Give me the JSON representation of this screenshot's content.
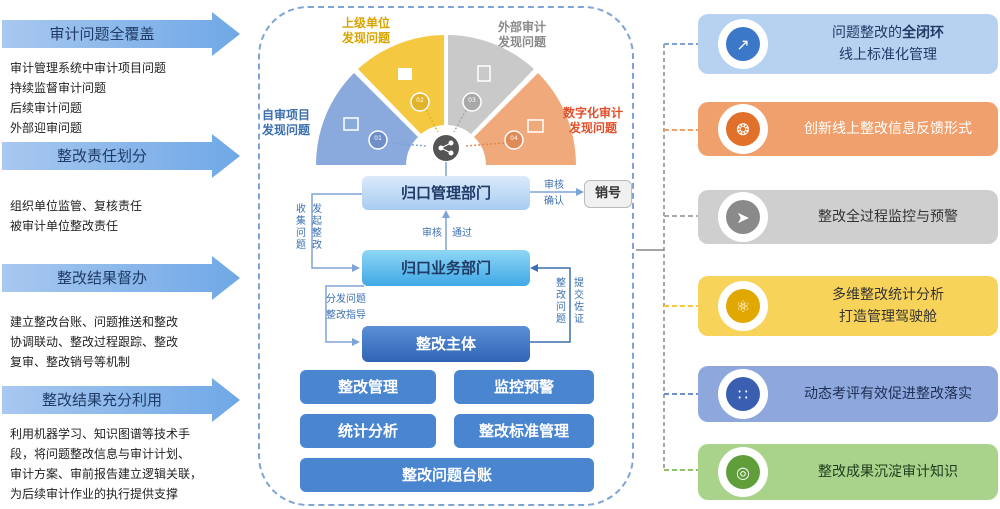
{
  "left": {
    "sections": [
      {
        "title": "审计问题全覆盖",
        "text": "审计管理系统中审计项目问题\n持续监督审计问题\n后续审计问题\n外部迎审问题"
      },
      {
        "title": "整改责任划分",
        "text": "组织单位监管、复核责任\n被审计单位整改责任"
      },
      {
        "title": "整改结果督办",
        "text": "建立整改台账、问题推送和整改\n协调联动、整改过程跟踪、整改\n复审、整改销号等机制"
      },
      {
        "title": "整改结果充分利用",
        "text": "利用机器学习、知识图谱等技术手\n段，将问题整改信息与审计计划、\n审计方案、审前报告建立逻辑关联，\n为后续审计作业的执行提供支撑"
      }
    ]
  },
  "center": {
    "sectors": [
      {
        "label_l1": "自审项目",
        "label_l2": "发现问题",
        "num": "01",
        "color": "#8aa9dd"
      },
      {
        "label_l1": "上级单位",
        "label_l2": "发现问题",
        "num": "02",
        "color": "#f5c842"
      },
      {
        "label_l1": "外部审计",
        "label_l2": "发现问题",
        "num": "03",
        "color": "#c9c9c9"
      },
      {
        "label_l1": "数字化审计",
        "label_l2": "发现问题",
        "num": "04",
        "color": "#f0a97a"
      }
    ],
    "dept1": "归口管理部门",
    "dept2": "归口业务部门",
    "subject": "整改主体",
    "cancel": "销号",
    "labels": {
      "collect": "收集问题",
      "initiate": "发起整改",
      "audit_pass_1": "审核",
      "audit_pass_2": "通过",
      "review_1": "审核",
      "review_2": "确认",
      "dispatch": "分发问题",
      "guide": "整改指导",
      "problem": "整改问题",
      "evidence": "提交佐证"
    },
    "modules": [
      "整改管理",
      "监控预警",
      "统计分析",
      "整改标准管理",
      "整改问题台账"
    ]
  },
  "right": {
    "items": [
      {
        "text1": "问题整改的全闭环",
        "bold": "全闭环",
        "text2": "线上标准化管理",
        "color": "#a9c7ea",
        "icon": "chart-icon"
      },
      {
        "text1": "创新线上整改信息反馈形式",
        "text2": "",
        "color": "#f0a06c",
        "icon": "film-reel-icon"
      },
      {
        "text1": "整改全过程监控与预警",
        "text2": "",
        "color": "#c8c8c8",
        "icon": "paper-plane-icon"
      },
      {
        "text1": "多维整改统计分析",
        "text2": "打造管理驾驶舱",
        "color": "#f8d35a",
        "icon": "atom-icon"
      },
      {
        "text1": "动态考评有效促进整改落实",
        "text2": "",
        "color": "#8ea7dc",
        "icon": "grid-dots-icon"
      },
      {
        "text1": "整改成果沉淀审计知识",
        "text2": "",
        "color": "#a9d38a",
        "icon": "target-icon"
      }
    ]
  }
}
